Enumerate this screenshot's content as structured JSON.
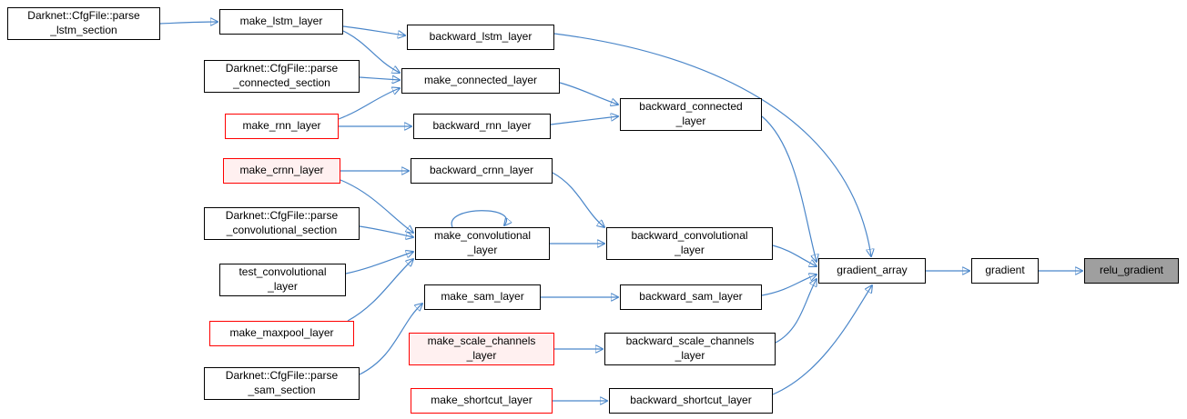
{
  "diagram": {
    "type": "call-graph",
    "current_function": "relu_gradient",
    "colors": {
      "edge": "#4a86c9",
      "node_border": "#000000",
      "node_bg": "#ffffff",
      "truncated_border": "#ff0000",
      "truncated_bg": "#fff0f0",
      "current_node_bg": "#9f9f9f",
      "background": "#ffffff"
    },
    "nodes": {
      "parse_lstm_section": {
        "label": "Darknet::CfgFile::parse\n_lstm_section"
      },
      "make_lstm_layer": {
        "label": "make_lstm_layer"
      },
      "backward_lstm_layer": {
        "label": "backward_lstm_layer"
      },
      "parse_connected_section": {
        "label": "Darknet::CfgFile::parse\n_connected_section"
      },
      "make_connected_layer": {
        "label": "make_connected_layer"
      },
      "make_rnn_layer": {
        "label": "make_rnn_layer"
      },
      "backward_rnn_layer": {
        "label": "backward_rnn_layer"
      },
      "make_crnn_layer": {
        "label": "make_crnn_layer"
      },
      "backward_crnn_layer": {
        "label": "backward_crnn_layer"
      },
      "parse_convolutional_section": {
        "label": "Darknet::CfgFile::parse\n_convolutional_section"
      },
      "make_convolutional_layer": {
        "label": "make_convolutional\n_layer"
      },
      "test_convolutional_layer": {
        "label": "test_convolutional\n_layer"
      },
      "make_sam_layer": {
        "label": "make_sam_layer"
      },
      "make_maxpool_layer": {
        "label": "make_maxpool_layer"
      },
      "make_scale_channels_layer": {
        "label": "make_scale_channels\n_layer"
      },
      "parse_sam_section": {
        "label": "Darknet::CfgFile::parse\n_sam_section"
      },
      "make_shortcut_layer": {
        "label": "make_shortcut_layer"
      },
      "backward_connected_layer": {
        "label": "backward_connected\n_layer"
      },
      "backward_convolutional_layer": {
        "label": "backward_convolutional\n_layer"
      },
      "backward_sam_layer": {
        "label": "backward_sam_layer"
      },
      "backward_scale_channels_layer": {
        "label": "backward_scale_channels\n_layer"
      },
      "backward_shortcut_layer": {
        "label": "backward_shortcut_layer"
      },
      "gradient_array": {
        "label": "gradient_array"
      },
      "gradient": {
        "label": "gradient"
      },
      "relu_gradient": {
        "label": "relu_gradient"
      }
    },
    "edges": [
      [
        "parse_lstm_section",
        "make_lstm_layer"
      ],
      [
        "make_lstm_layer",
        "backward_lstm_layer"
      ],
      [
        "make_lstm_layer",
        "make_connected_layer"
      ],
      [
        "parse_connected_section",
        "make_connected_layer"
      ],
      [
        "make_rnn_layer",
        "make_connected_layer"
      ],
      [
        "make_rnn_layer",
        "backward_rnn_layer"
      ],
      [
        "make_crnn_layer",
        "backward_crnn_layer"
      ],
      [
        "make_crnn_layer",
        "make_convolutional_layer"
      ],
      [
        "parse_convolutional_section",
        "make_convolutional_layer"
      ],
      [
        "test_convolutional_layer",
        "make_convolutional_layer"
      ],
      [
        "make_maxpool_layer",
        "make_convolutional_layer"
      ],
      [
        "parse_sam_section",
        "make_sam_layer"
      ],
      [
        "make_convolutional_layer",
        "make_convolutional_layer"
      ],
      [
        "make_connected_layer",
        "backward_connected_layer"
      ],
      [
        "backward_lstm_layer",
        "gradient_array"
      ],
      [
        "backward_rnn_layer",
        "backward_connected_layer"
      ],
      [
        "backward_crnn_layer",
        "backward_convolutional_layer"
      ],
      [
        "make_convolutional_layer",
        "backward_convolutional_layer"
      ],
      [
        "make_sam_layer",
        "backward_sam_layer"
      ],
      [
        "make_scale_channels_layer",
        "backward_scale_channels_layer"
      ],
      [
        "make_shortcut_layer",
        "backward_shortcut_layer"
      ],
      [
        "backward_connected_layer",
        "gradient_array"
      ],
      [
        "backward_convolutional_layer",
        "gradient_array"
      ],
      [
        "backward_sam_layer",
        "gradient_array"
      ],
      [
        "backward_scale_channels_layer",
        "gradient_array"
      ],
      [
        "backward_shortcut_layer",
        "gradient_array"
      ],
      [
        "gradient_array",
        "gradient"
      ],
      [
        "gradient",
        "relu_gradient"
      ]
    ]
  }
}
